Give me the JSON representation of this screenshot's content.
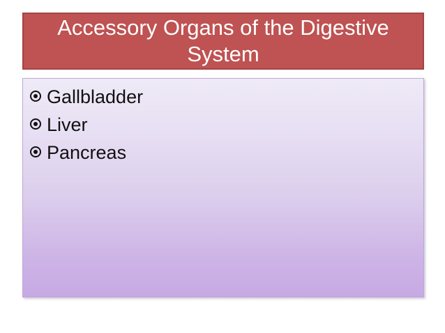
{
  "slide": {
    "title": "Accessory Organs of the Digestive System",
    "title_color": "#ffffff",
    "title_background": "#bf5252",
    "title_border_color": "#a34444",
    "body_background_top": "#efeaf7",
    "body_background_bottom": "#c7a9e4",
    "body_border_color": "#bca8d8",
    "body_text_color": "#111111",
    "bullet_icon": "circled-dot-bullet-icon",
    "bullets": [
      {
        "label": "Gallbladder"
      },
      {
        "label": "Liver"
      },
      {
        "label": "Pancreas"
      }
    ]
  }
}
